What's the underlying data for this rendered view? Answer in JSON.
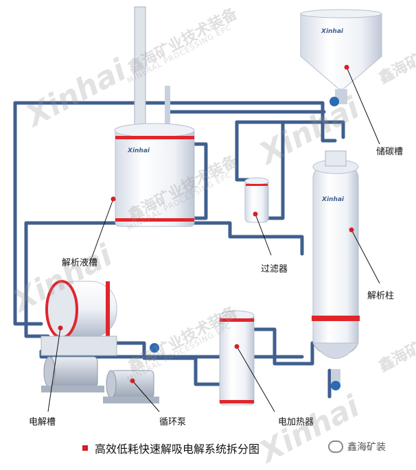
{
  "labels": {
    "storage_tank": "储碳槽",
    "strip_liquid_tank": "解析液槽",
    "filter": "过滤器",
    "desorption_column": "解析柱",
    "electrolytic_cell": "电解槽",
    "circulation_pump": "循环泵",
    "electric_heater": "电加热器"
  },
  "equipment_logo": "Xinhai",
  "caption": "高效低耗快速解吸电解系统拆分图",
  "brand_tag": "鑫海矿装",
  "watermark": {
    "logo": "Xinhai",
    "cn": "鑫海矿业技术装备",
    "en": "MINERAL PROCESSING EPC",
    "registered": "®"
  },
  "colors": {
    "pipe": "#3f5f8f",
    "pipe_light": "#7f9cc6",
    "vessel": "#f3f5f9",
    "vessel_shade": "#c9d1df",
    "band": "#e0262c",
    "pointer": "#d61f26",
    "valve": "#2c6ab3"
  }
}
